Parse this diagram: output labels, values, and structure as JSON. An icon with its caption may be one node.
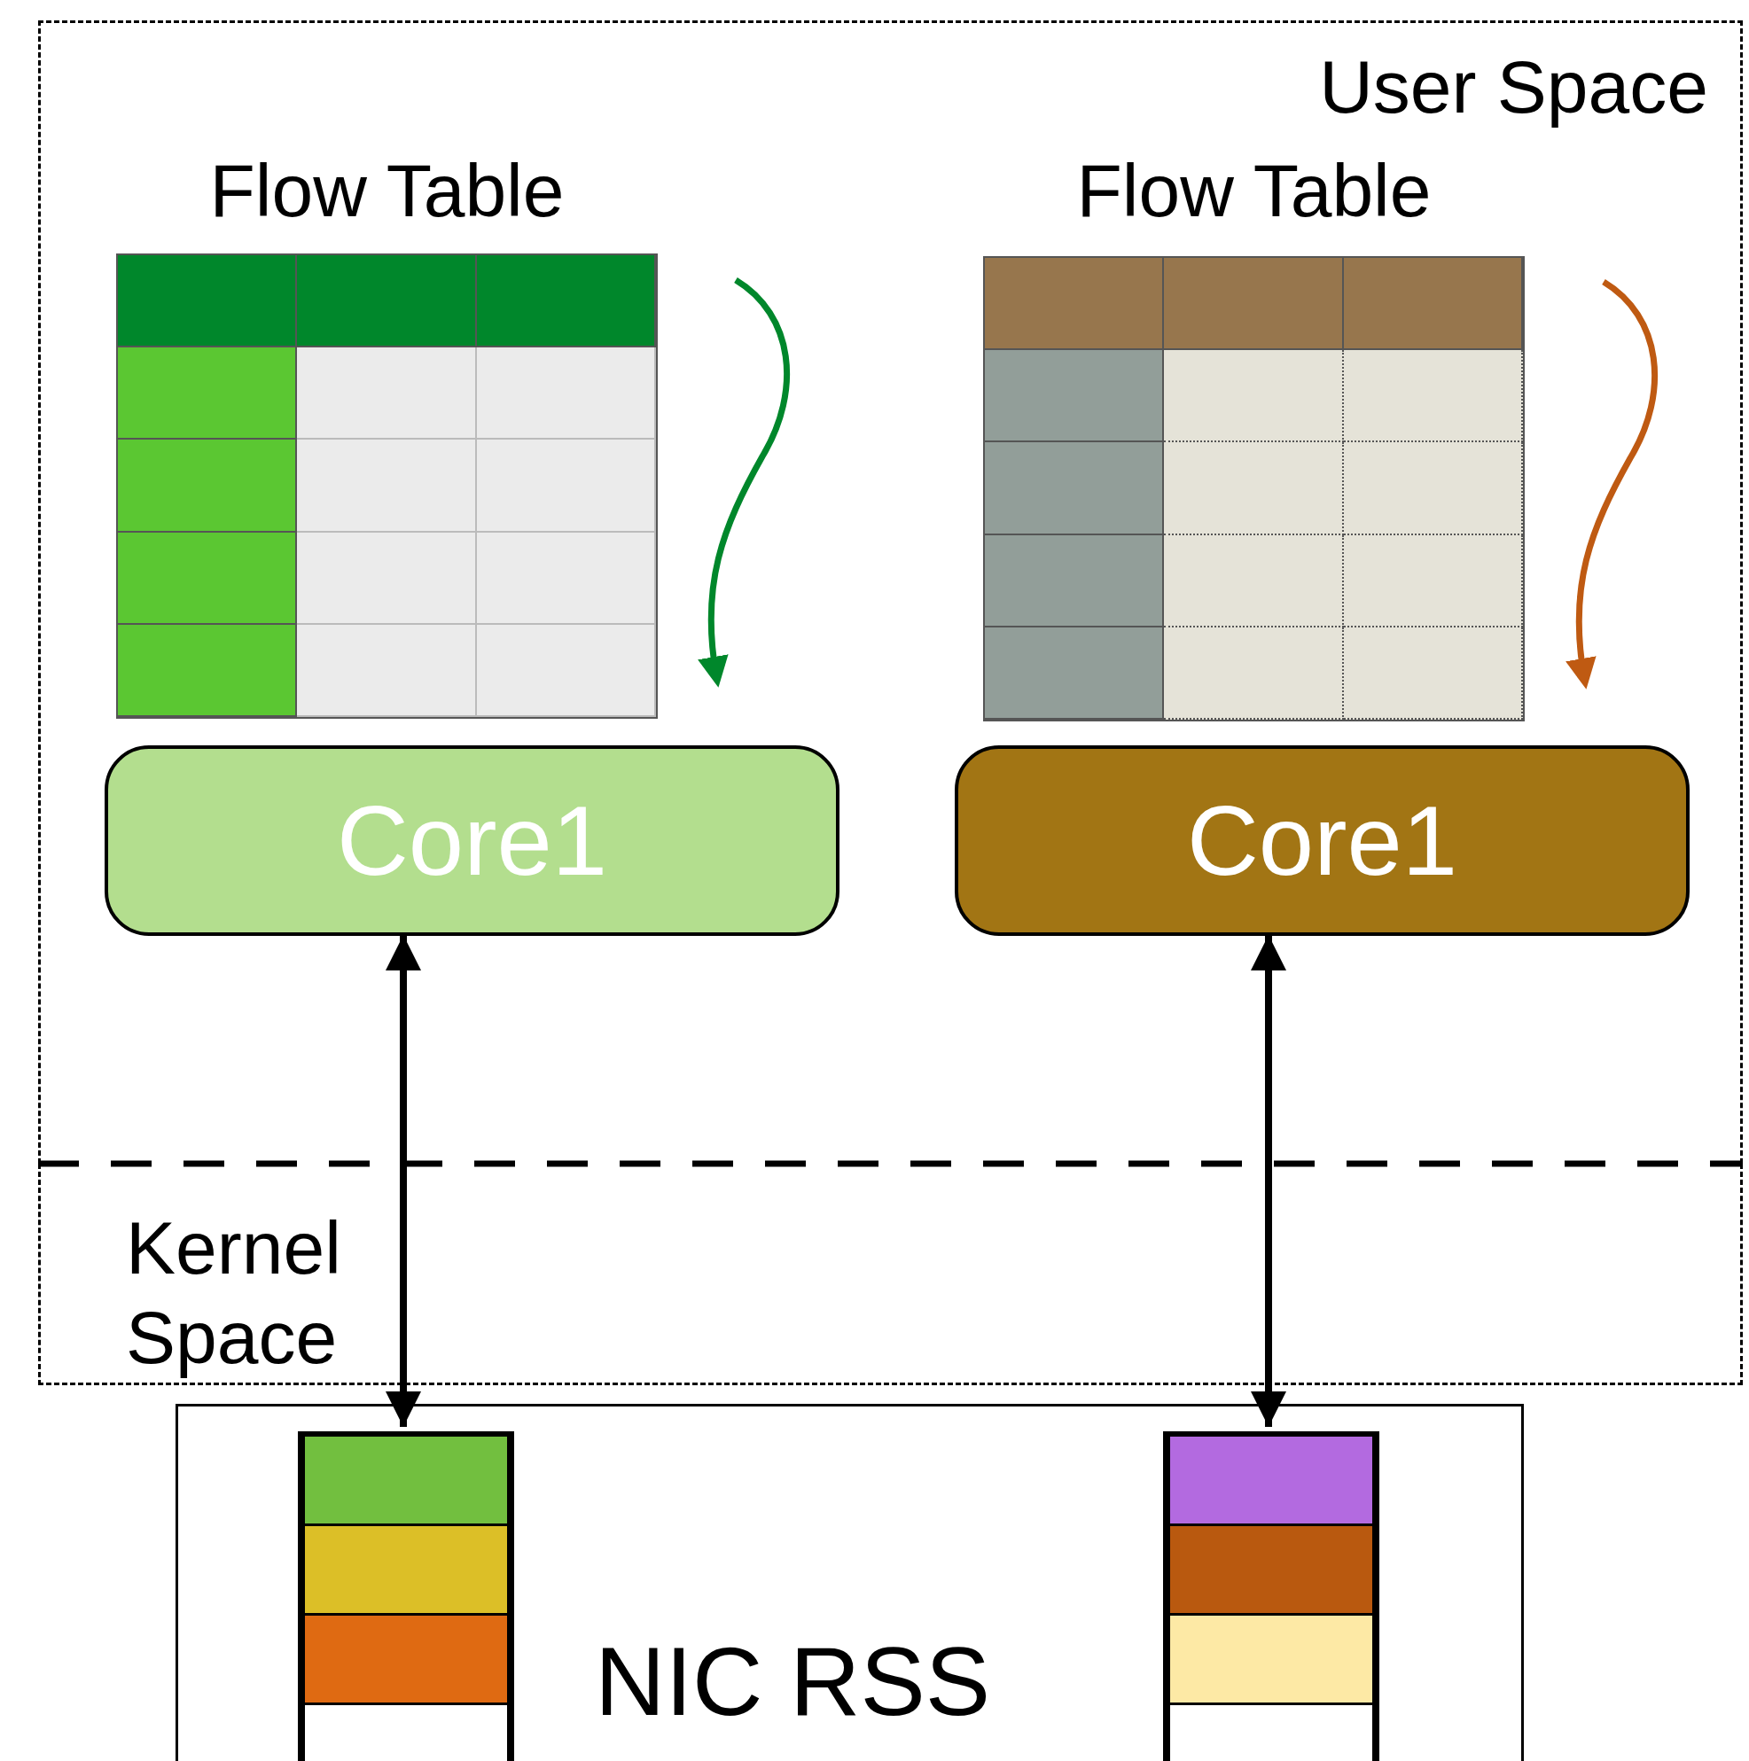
{
  "diagram": {
    "nodes": [
      {
        "text": [
          "User Space"
        ]
      },
      {
        "text": [
          "Flow Table"
        ],
        "in": 0
      },
      {
        "text": [
          "Flow Table"
        ],
        "in": 0
      },
      {
        "text": [
          "Core1"
        ],
        "in": 0
      },
      {
        "text": [
          "Core1"
        ],
        "in": 0
      },
      {
        "text": [
          "NIC RSS"
        ]
      },
      {
        "text": [],
        "shape": "box",
        "in": 5
      },
      {
        "text": [],
        "shape": "box",
        "in": 5
      }
    ],
    "labels": [
      "Kernel Space"
    ],
    "edges": [
      {
        "from": 3,
        "to": 6,
        "arrow": "both"
      },
      {
        "from": 4,
        "to": 7,
        "arrow": "both"
      }
    ]
  }
}
